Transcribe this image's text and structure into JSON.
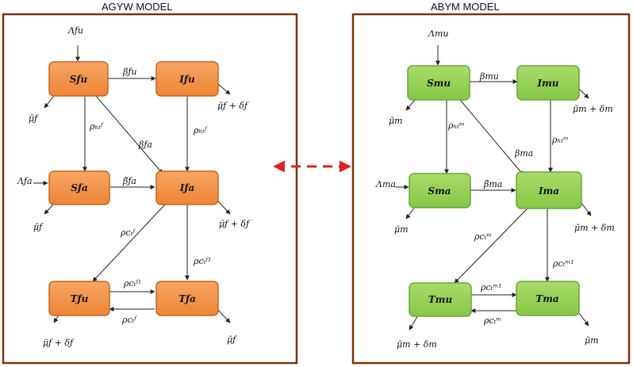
{
  "colors": {
    "frame": "#7a3410",
    "orange_fill": "#f0914a",
    "orange_stroke": "#c9651f",
    "green_fill": "#92d050",
    "green_stroke": "#6aa63a",
    "link": "#e02020"
  },
  "left_panel": {
    "title": "AGYW MODEL",
    "nodes": {
      "Sfu": "Sƒu",
      "Ifu": "Iƒu",
      "Sfa": "Sƒa",
      "Ifa": "Iƒa",
      "Tfu": "Tƒu",
      "Tfa": "Tƒa"
    },
    "labels": {
      "lambda_fu": "Λƒu",
      "lambda_fa": "Λƒa",
      "beta_fu": "βƒu",
      "beta_fa": "βƒa",
      "beta_tilde_fa": "β̃ƒa",
      "rho_ht_left": "ρₕₜᶠ",
      "rho_ht_right": "ρₕₜᶠ",
      "rho_ct_diag": "ρcₜᶠ",
      "rho_ct1_vert": "ρcₜᶠ¹",
      "rho_ct1_horiz": "ρcₜᶠ¹",
      "rho_ct_back": "ρcₜᶠ",
      "mu_Sfu": "μ̄ƒ",
      "mu_Ifu": "μ̄ƒ + δƒ",
      "mu_Sfa": "μ̄ƒ",
      "mu_Ifa": "μ̄ƒ + δƒ",
      "mu_Tfu": "μ̄ƒ + δƒ",
      "mu_Tfa": "μ̄ƒ"
    }
  },
  "right_panel": {
    "title": "ABYM MODEL",
    "nodes": {
      "Smu": "Smu",
      "Imu": "Imu",
      "Sma": "Sma",
      "Ima": "Ima",
      "Tmu": "Tmu",
      "Tma": "Tma"
    },
    "labels": {
      "lambda_mu": "Λmu",
      "lambda_ma": "Λma",
      "beta_mu": "βmu",
      "beta_ma": "βma",
      "beta_tilde_ma": "β̃ma",
      "rho_ht_left": "ρₕₜᵐ",
      "rho_ht_right": "ρₕₜᵐ",
      "rho_ct_diag": "ρcₜᵐ",
      "rho_ct1_vert": "ρcₜᵐ¹",
      "rho_ct1_horiz": "ρcₜᵐ¹",
      "rho_ct_back": "ρcₜᵐ",
      "mu_Smu": "μ̄m",
      "mu_Imu": "μ̄m + δm",
      "mu_Sma": "μ̄m",
      "mu_Ima": "μ̄m + δm",
      "mu_Tmu": "μ̄m + δm",
      "mu_Tma": "μ̄m"
    }
  }
}
